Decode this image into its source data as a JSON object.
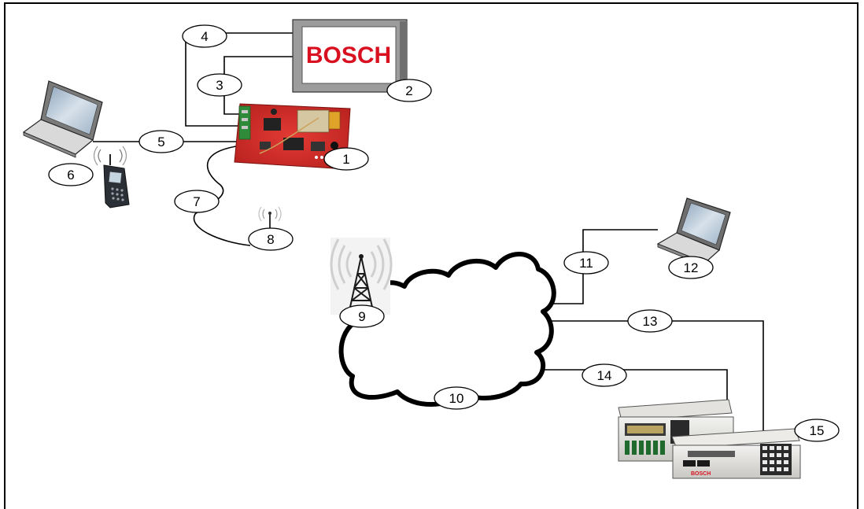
{
  "brand": {
    "name": "BOSCH",
    "color": "#d8101f"
  },
  "callouts": [
    {
      "id": "1",
      "label": "1"
    },
    {
      "id": "2",
      "label": "2"
    },
    {
      "id": "3",
      "label": "3"
    },
    {
      "id": "4",
      "label": "4"
    },
    {
      "id": "5",
      "label": "5"
    },
    {
      "id": "6",
      "label": "6"
    },
    {
      "id": "7",
      "label": "7"
    },
    {
      "id": "8",
      "label": "8"
    },
    {
      "id": "9",
      "label": "9"
    },
    {
      "id": "10",
      "label": "10"
    },
    {
      "id": "11",
      "label": "11"
    },
    {
      "id": "12",
      "label": "12"
    },
    {
      "id": "13",
      "label": "13"
    },
    {
      "id": "14",
      "label": "14"
    },
    {
      "id": "15",
      "label": "15"
    }
  ],
  "receiver_brand": "BOSCH",
  "colors": {
    "panel_board": "#d42a2a",
    "lines": "#000000",
    "cloud_fill": "#ffffff"
  }
}
